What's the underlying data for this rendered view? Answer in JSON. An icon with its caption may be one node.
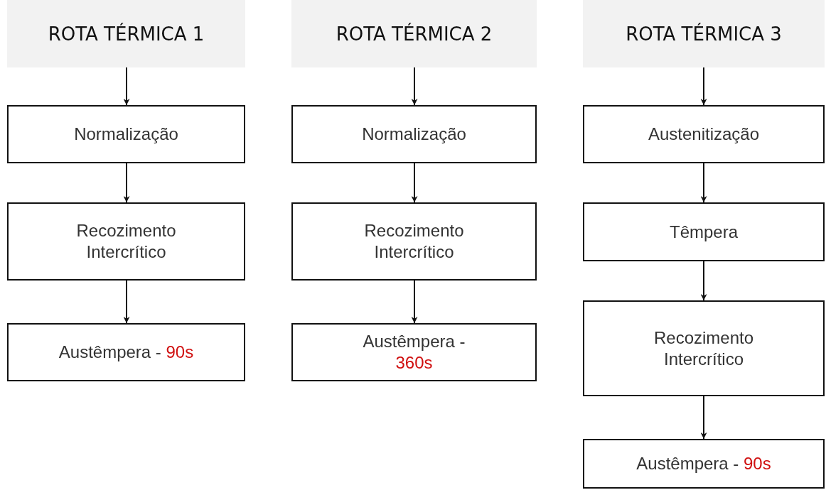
{
  "diagram": {
    "nodes": [
      {
        "text": [
          "ROTA TÉRMICA 1"
        ]
      },
      {
        "text": [
          "Normalização"
        ]
      },
      {
        "text": [
          "Recozimento Intercrítico"
        ]
      },
      {
        "text": [
          "Austêmpera -",
          "90s"
        ]
      },
      {
        "text": [
          "ROTA TÉRMICA 2"
        ]
      },
      {
        "text": [
          "Normalização"
        ]
      },
      {
        "text": [
          "Recozimento Intercrítico"
        ]
      },
      {
        "text": [
          "Austêmpera -",
          "360s"
        ]
      },
      {
        "text": [
          "ROTA TÉRMICA 3"
        ]
      },
      {
        "text": [
          "Austenitização"
        ]
      },
      {
        "text": [
          "Têmpera"
        ]
      },
      {
        "text": [
          "Recozimento Intercrítico"
        ]
      },
      {
        "text": [
          "Austêmpera -",
          "90s"
        ]
      }
    ],
    "edges": [
      {
        "from": 0,
        "to": 1,
        "arrow": "to"
      },
      {
        "from": 1,
        "to": 2,
        "arrow": "to"
      },
      {
        "from": 2,
        "to": 3,
        "arrow": "to"
      },
      {
        "from": 4,
        "to": 5,
        "arrow": "to"
      },
      {
        "from": 5,
        "to": 6,
        "arrow": "to"
      },
      {
        "from": 6,
        "to": 7,
        "arrow": "to"
      },
      {
        "from": 8,
        "to": 9,
        "arrow": "to"
      },
      {
        "from": 9,
        "to": 10,
        "arrow": "to"
      },
      {
        "from": 10,
        "to": 11,
        "arrow": "to"
      },
      {
        "from": 11,
        "to": 12,
        "arrow": "to"
      }
    ]
  }
}
